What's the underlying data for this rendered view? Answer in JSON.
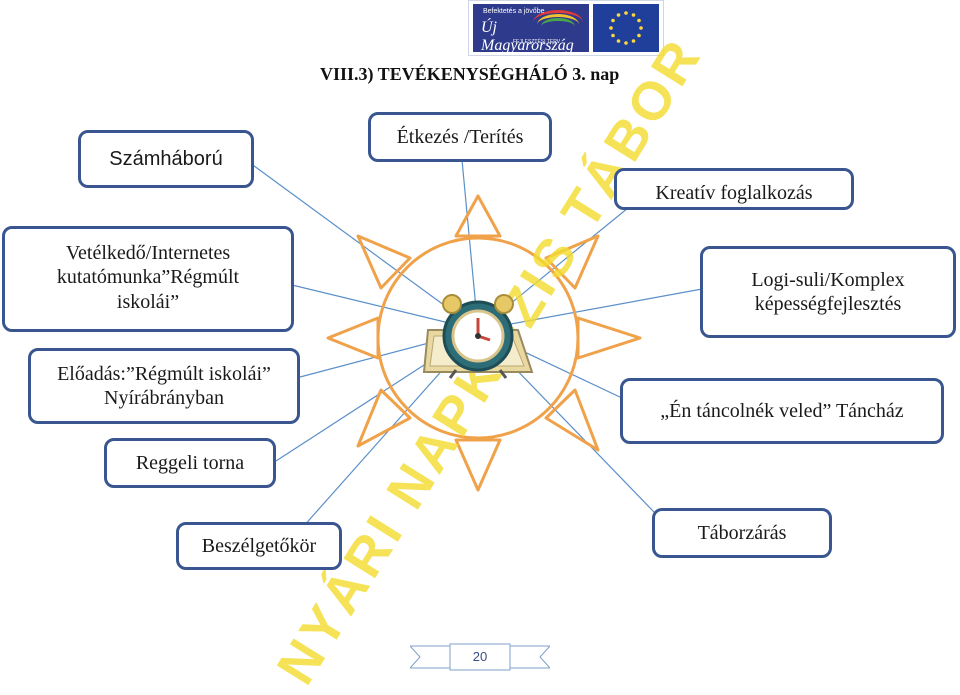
{
  "header": {
    "title": "VIII.3) TEVÉKENYSÉGHÁLÓ  3. nap"
  },
  "logo": {
    "small_text": "Befektetés a jövőbe",
    "main_text": "Új Magyarország",
    "sub_text": "FEJLESZTÉSI TERV",
    "eu_flag": "eu-flag-icon"
  },
  "activities": {
    "szamhaboru": "Számháború",
    "etkezes": "Étkezés /Terítés",
    "kreativ": "Kreatív foglalkozás",
    "vetelkedo": "Vetélkedő/Internetes kutatómunka”Régmúlt iskolái”",
    "logi": "Logi-suli/Komplex képességfejlesztés",
    "eloadas": "Előadás:”Régmúlt iskolái” Nyírábrányban",
    "tanchaz": "„Én táncolnék veled” Táncház",
    "reggeli": "Reggeli torna",
    "beszelgeto": "Beszélgetőkör",
    "taborzaras": "Táborzárás"
  },
  "center": {
    "icon": "alarm-clock-icon"
  },
  "watermark": {
    "text": "NYÁRI NAPKÖZIS TÁBOR"
  },
  "footer": {
    "page_number": "20"
  },
  "colors": {
    "box_border": "#3a5690",
    "sun_stroke": "#f0a24a",
    "connector": "#5b8fc9",
    "watermark": "#f3dc31"
  }
}
